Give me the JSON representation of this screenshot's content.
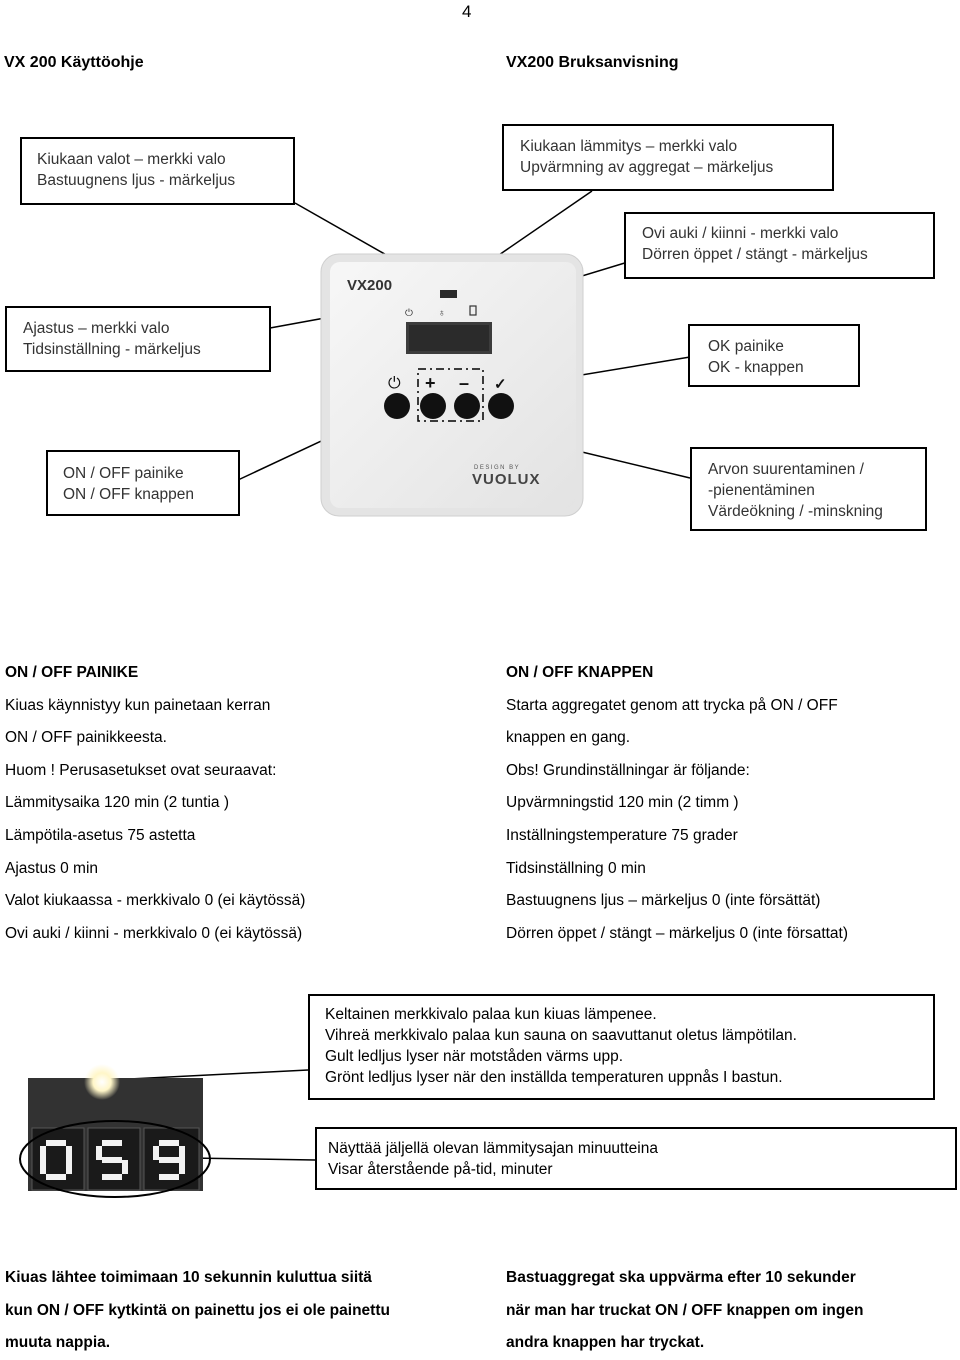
{
  "page_number": "4",
  "titles": {
    "fi": "VX 200 Käyttöohje",
    "sv": "VX200 Bruksanvisning"
  },
  "device": {
    "brand": "VX200",
    "logo_small": "DESIGN BY",
    "logo": "VUOLUX",
    "buttons": [
      "power",
      "plus",
      "minus",
      "ok"
    ],
    "plus_symbol": "+",
    "minus_symbol": "–",
    "ok_symbol": "✓"
  },
  "callouts": {
    "lights": [
      "Kiukaan valot – merkki valo",
      "Bastuugnens ljus - märkeljus"
    ],
    "heating": [
      "Kiukaan lämmitys – merkki valo",
      "Upvärmning av aggregat – märkeljus"
    ],
    "door": [
      "Ovi auki / kiinni - merkki valo",
      "Dörren öppet / stängt - märkeljus"
    ],
    "timer": [
      "Ajastus – merkki valo",
      "Tidsinställning - märkeljus"
    ],
    "ok": [
      "OK painike",
      "OK - knappen"
    ],
    "onoff": [
      "ON / OFF painike",
      "ON / OFF knappen"
    ],
    "adjust": [
      "Arvon suurentaminen /",
      "-pienentäminen",
      "Värdeökning / -minskning"
    ],
    "yellow": [
      "Keltainen merkkivalo palaa kun kiuas lämpenee.",
      "Vihreä merkkivalo palaa kun sauna on saavuttanut oletus lämpötilan.",
      "Gult ledljus lyser när motståden värms upp.",
      "Grönt ledljus lyser när den inställda temperaturen uppnås I bastun."
    ],
    "display": [
      "Näyttää jäljellä olevan lämmitysajan minuutteina",
      "Visar återstående på-tid, minuter"
    ]
  },
  "digits": [
    "0",
    "5",
    "9"
  ],
  "fi_section": {
    "heading": "ON / OFF PAINIKE",
    "lines": [
      "Kiuas käynnistyy kun painetaan kerran",
      "ON / OFF painikkeesta.",
      "Huom ! Perusasetukset ovat seuraavat:",
      "Lämmitysaika 120 min (2 tuntia )",
      "Lämpötila-asetus 75 astetta",
      "Ajastus 0 min",
      "Valot kiukaassa - merkkivalo 0 (ei käytössä)",
      "Ovi auki / kiinni - merkkivalo 0 (ei käytössä)"
    ]
  },
  "sv_section": {
    "heading": "ON / OFF KNAPPEN",
    "lines": [
      "Starta aggregatet genom att trycka på ON / OFF",
      "knappen en gang.",
      "Obs! Grundinställningar är följande:",
      "Upvärmningstid 120 min (2 timm )",
      "Inställningstemperature 75 grader",
      "Tidsinställning 0 min",
      "Bastuugnens ljus – märkeljus 0 (inte försättät)",
      "Dörren öppet / stängt – märkeljus 0 (inte försattat)"
    ]
  },
  "bottom": {
    "fi": [
      "Kiuas lähtee toimimaan 10 sekunnin kuluttua siitä",
      "kun ON / OFF kytkintä on painettu jos ei ole painettu",
      "muuta nappia."
    ],
    "sv": [
      "Bastuaggregat ska uppvärma efter 10 sekunder",
      "när man har truckat ON / OFF knappen om ingen",
      "andra knappen har tryckat."
    ]
  },
  "colors": {
    "led_yellow": "#fff6c8",
    "digit": "#f2f2f2",
    "panel_bg": "#2a2a2a"
  }
}
